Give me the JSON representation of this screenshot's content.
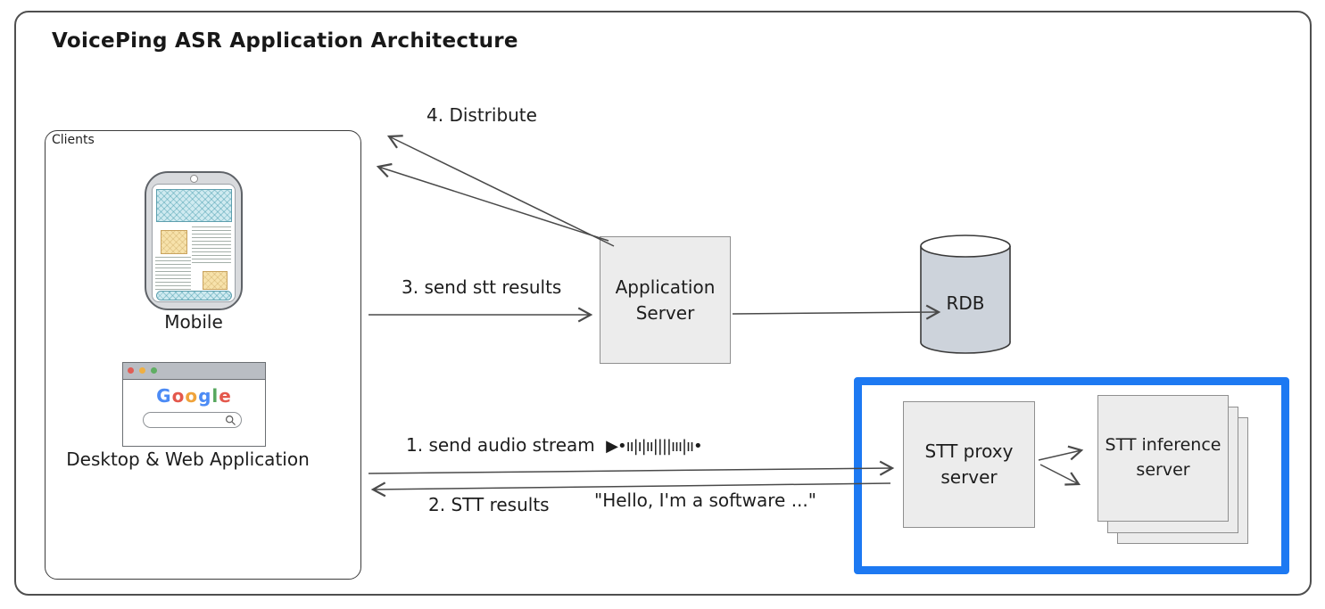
{
  "diagram": {
    "title": "VoicePing ASR Application Architecture"
  },
  "clients": {
    "label": "Clients",
    "mobile": {
      "label": "Mobile"
    },
    "desktop": {
      "label": "Desktop & Web Application"
    },
    "browser": {
      "logo": [
        {
          "char": "G",
          "style": "color:#4c8bf5"
        },
        {
          "char": "o",
          "style": "color:#e4584c"
        },
        {
          "char": "o",
          "style": "color:#f0a33b"
        },
        {
          "char": "g",
          "style": "color:#4c8bf5"
        },
        {
          "char": "l",
          "style": "color:#57a75e"
        },
        {
          "char": "e",
          "style": "color:#e4584c"
        }
      ],
      "traffic_lights": [
        "#e05d55",
        "#efaf42",
        "#5fae63"
      ]
    }
  },
  "nodes": {
    "app_server": {
      "line1": "Application",
      "line2": "Server"
    },
    "rdb": {
      "label": "RDB"
    },
    "stt_proxy": {
      "line1": "STT proxy",
      "line2": "server"
    },
    "stt_inference": {
      "line1": "STT inference",
      "line2": "server"
    }
  },
  "flows": {
    "step1": {
      "label": "1. send audio stream",
      "waveform": "▶•ıı|ı|ıı||||ııı|ıı•"
    },
    "step2": {
      "label": "2. STT results",
      "quote": "\"Hello, I'm a software ...\""
    },
    "step3": {
      "label": "3. send stt results"
    },
    "step4": {
      "label": "4. Distribute"
    }
  },
  "colors": {
    "highlight_border": "#1d79f2",
    "node_fill": "#ececec",
    "db_fill": "#cdd3db",
    "banner_teal": "#cfeaf0",
    "placeholder_yellow": "#f7e2ab",
    "arrow": "#4a4a4a"
  }
}
